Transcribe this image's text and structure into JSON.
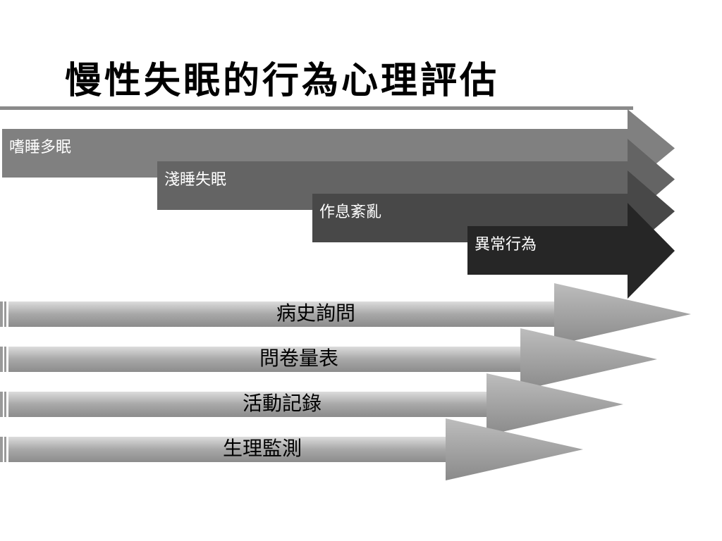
{
  "slide": {
    "title": "慢性失眠的行為心理評估"
  },
  "diagram": {
    "categories": [
      {
        "label": "嗜睡多眠",
        "color": "#808080"
      },
      {
        "label": "淺睡失眠",
        "color": "#646464"
      },
      {
        "label": "作息紊亂",
        "color": "#484848"
      },
      {
        "label": "異常行為",
        "color": "#262626"
      }
    ],
    "methods": [
      {
        "label": "病史詢問"
      },
      {
        "label": "問卷量表"
      },
      {
        "label": "活動記錄"
      },
      {
        "label": "生理監測"
      }
    ]
  }
}
